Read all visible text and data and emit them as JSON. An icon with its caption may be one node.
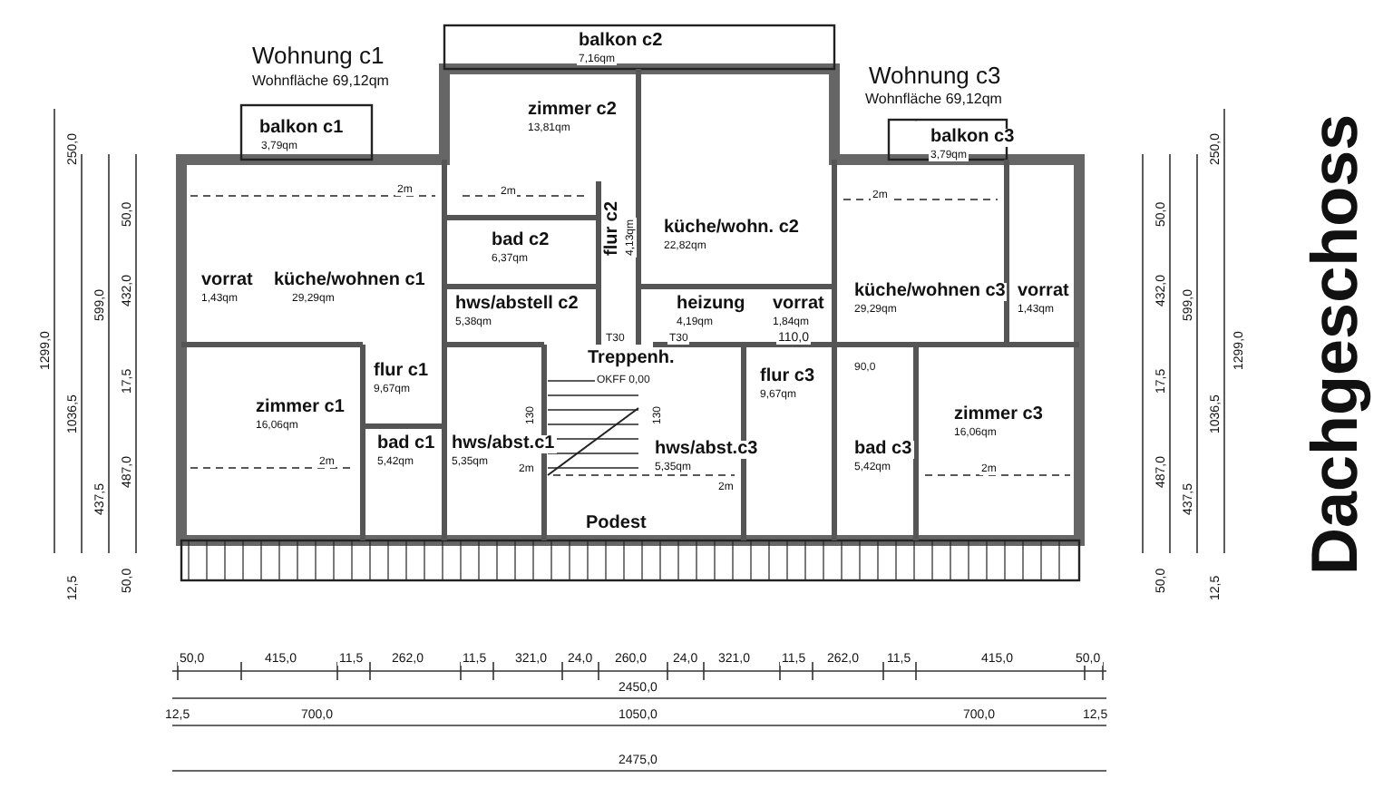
{
  "diagram": {
    "title": "Dachgeschoss",
    "labels": [
      "Wohnung c1",
      "Wohnfläche 69,12qm",
      "balkon c2",
      "7,16qm",
      "Wohnung c3",
      "Wohnfläche 69,12qm",
      "balkon c1",
      "3,79qm",
      "zimmer c2",
      "13,81qm",
      "balkon c3",
      "3,79qm",
      "bad c2",
      "6,37qm",
      "flur c2",
      "4,13qm",
      "küche/wohn. c2",
      "22,82qm",
      "vorrat",
      "1,43qm",
      "küche/wohnen c1",
      "29,29qm",
      "hws/abstell c2",
      "5,38qm",
      "heizung",
      "4,19qm",
      "vorrat",
      "1,84qm",
      "110,0",
      "küche/wohnen c3",
      "29,29qm",
      "vorrat",
      "1,43qm",
      "T30",
      "T30",
      "Treppenh.",
      "OKFF 0,00",
      "130",
      "130",
      "flur c1",
      "9,67qm",
      "flur c3",
      "9,67qm",
      "90,0",
      "zimmer c1",
      "16,06qm",
      "bad c1",
      "5,42qm",
      "hws/abst.c1",
      "5,35qm",
      "hws/abst.c3",
      "5,35qm",
      "bad c3",
      "5,42qm",
      "zimmer c3",
      "16,06qm",
      "Podest",
      "2m",
      "2m",
      "2m",
      "2m",
      "2m",
      "2m",
      "2m",
      "250,0",
      "50,0",
      "432,0",
      "599,0",
      "1299,0",
      "17,5",
      "1036,5",
      "487,0",
      "437,5",
      "12,5",
      "50,0",
      "250,0",
      "50,0",
      "432,0",
      "599,0",
      "1299,0",
      "17,5",
      "1036,5",
      "487,0",
      "437,5",
      "50,0",
      "12,5",
      "50,0",
      "415,0",
      "11,5",
      "262,0",
      "11,5",
      "321,0",
      "24,0",
      "260,0",
      "24,0",
      "321,0",
      "11,5",
      "262,0",
      "11,5",
      "415,0",
      "50,0",
      "2450,0",
      "12,5",
      "700,0",
      "1050,0",
      "700,0",
      "12,5",
      "2475,0"
    ]
  }
}
